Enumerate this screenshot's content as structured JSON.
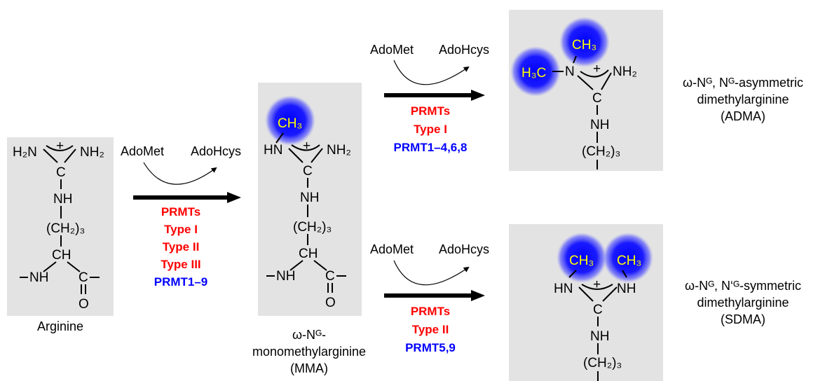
{
  "molecules": {
    "arginine": {
      "name": "Arginine",
      "h2n": "H₂N",
      "nh2": "NH₂",
      "plus": "+",
      "c": "C",
      "nh": "NH",
      "ch2": "(CH₂)₃",
      "ch": "CH",
      "nh_backbone": "NH",
      "c2": "C",
      "o": "O"
    },
    "mma": {
      "name_l1": "ω-Nᴳ-",
      "name_l2": "monomethylarginine",
      "name_l3": "(MMA)",
      "ch3": "CH₃",
      "hn": "HN",
      "nh2": "NH₂",
      "plus": "+",
      "c": "C",
      "nh": "NH",
      "ch2": "(CH₂)₃",
      "ch": "CH",
      "nh_backbone": "NH",
      "c2": "C",
      "o": "O"
    },
    "adma": {
      "name_l1": "ω-Nᴳ, Nᴳ-asymmetric",
      "name_l2": "dimethylarginine",
      "name_l3": "(ADMA)",
      "ch3": "CH₃",
      "h3c": "H₃C",
      "n": "N",
      "nh2": "NH₂",
      "plus": "+",
      "c": "C",
      "nh": "NH",
      "ch2": "(CH₂)₃"
    },
    "sdma": {
      "name_l1": "ω-Nᴳ, N‘ᴳ-symmetric",
      "name_l2": "dimethylarginine",
      "name_l3": "(SDMA)",
      "ch3_left": "CH₃",
      "ch3_right": "CH₃",
      "hn": "HN",
      "nh_r": "NH",
      "plus": "+",
      "c": "C",
      "nh": "NH",
      "ch2": "(CH₂)₃"
    }
  },
  "reactions": {
    "step1": {
      "substrate": "AdoMet",
      "product": "AdoHcys",
      "enzymes": [
        "PRMTs",
        "Type I",
        "Type II",
        "Type III"
      ],
      "members": "PRMT1–9"
    },
    "step_adma": {
      "substrate": "AdoMet",
      "product": "AdoHcys",
      "enzymes": [
        "PRMTs",
        "Type I"
      ],
      "members": "PRMT1–4,6,8"
    },
    "step_sdma": {
      "substrate": "AdoMet",
      "product": "AdoHcys",
      "enzymes": [
        "PRMTs",
        "Type II"
      ],
      "members": "PRMT5,9"
    }
  },
  "colors": {
    "box": "#e3e3e3",
    "enzyme": "#ff0000",
    "members": "#0000ff",
    "methyl_text": "#ffff00",
    "glow": "#1a1aff"
  }
}
